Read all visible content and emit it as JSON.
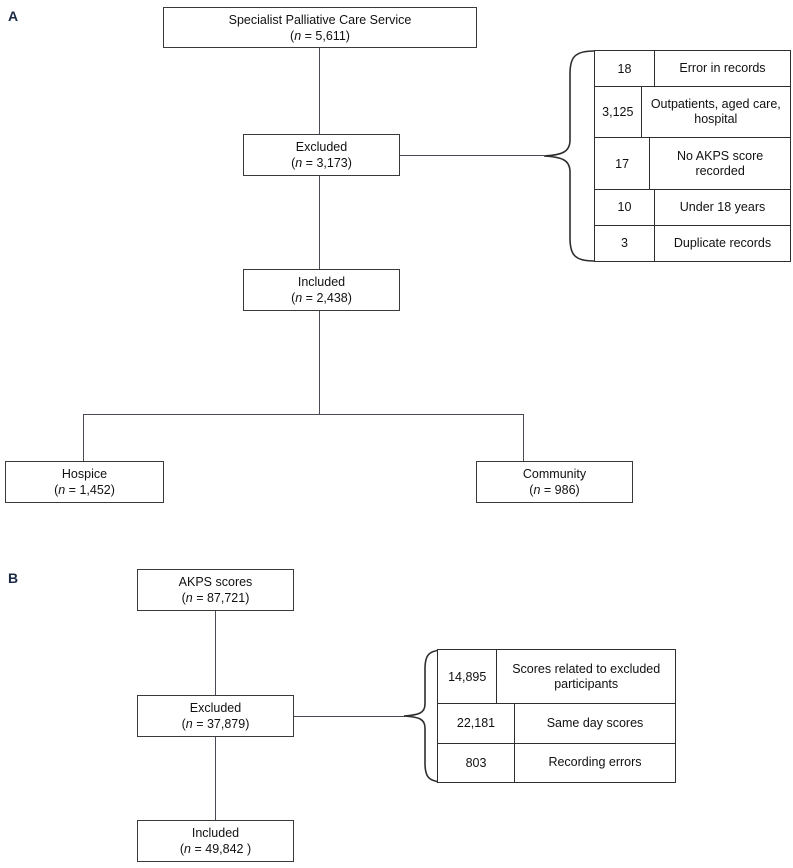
{
  "figure": {
    "type": "flowchart",
    "description": "Two-panel participant and score selection flow diagram"
  },
  "panels": [
    {
      "id": "A",
      "letter": "A",
      "nodes": [
        {
          "name": "source-population",
          "line1": "Specialist Palliative Care Service",
          "line2_prefix": "(",
          "line2_italic": "n",
          "line2_suffix": " = 5,611)",
          "value": 5611
        },
        {
          "name": "excluded",
          "line1": "Excluded",
          "line2_prefix": "(",
          "line2_italic": "n",
          "line2_suffix": " = 3,173)",
          "value": 3173
        },
        {
          "name": "included",
          "line1": "Included",
          "line2_prefix": "(",
          "line2_italic": "n",
          "line2_suffix": " = 2,438)",
          "value": 2438
        },
        {
          "name": "hospice",
          "line1": "Hospice",
          "line2_prefix": "(",
          "line2_italic": "n",
          "line2_suffix": " = 1,452)",
          "value": 1452
        },
        {
          "name": "community",
          "line1": "Community",
          "line2_prefix": "(",
          "line2_italic": "n",
          "line2_suffix": " = 986)",
          "value": 986
        }
      ],
      "exclusion_table": {
        "name": "exclusion-reasons-table-a",
        "rows": [
          {
            "count": "18",
            "reason": "Error in records"
          },
          {
            "count": "3,125",
            "reason": "Outpatients, aged care, hospital"
          },
          {
            "count": "17",
            "reason": "No AKPS score recorded"
          },
          {
            "count": "10",
            "reason": "Under  18 years"
          },
          {
            "count": "3",
            "reason": "Duplicate records"
          }
        ]
      }
    },
    {
      "id": "B",
      "letter": "B",
      "nodes": [
        {
          "name": "akps-scores",
          "line1": "AKPS scores",
          "line2_prefix": "(",
          "line2_italic": "n",
          "line2_suffix": " = 87,721)",
          "value": 87721
        },
        {
          "name": "excluded",
          "line1": "Excluded",
          "line2_prefix": "(",
          "line2_italic": "n",
          "line2_suffix": " = 37,879)",
          "value": 37879
        },
        {
          "name": "included",
          "line1": "Included",
          "line2_prefix": "(",
          "line2_italic": "n",
          "line2_suffix": " = 49,842 )",
          "value": 49842
        }
      ],
      "exclusion_table": {
        "name": "exclusion-reasons-table-b",
        "rows": [
          {
            "count": "14,895",
            "reason": "Scores related to excluded participants"
          },
          {
            "count": "22,181",
            "reason": "Same day scores"
          },
          {
            "count": "803",
            "reason": "Recording  errors"
          }
        ]
      }
    }
  ],
  "colors": {
    "background": "#ffffff",
    "box_border": "#3a3a3a",
    "table_border": "#2e2e2e",
    "connector": "#4a4a56",
    "text": "#111111",
    "panel_letter": "#1b2a44"
  }
}
